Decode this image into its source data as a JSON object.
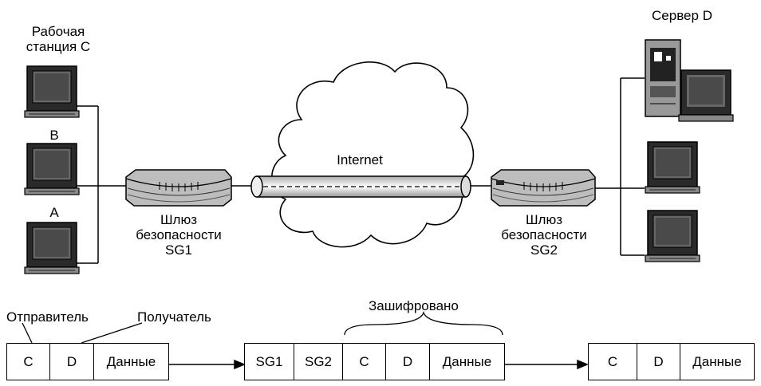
{
  "network": {
    "workstation_c_line1": "Рабочая",
    "workstation_c_line2": "станция C",
    "workstation_b": "B",
    "workstation_a": "A",
    "gateway1_line1": "Шлюз",
    "gateway1_line2": "безопасности",
    "gateway1_line3": "SG1",
    "internet": "Internet",
    "gateway2_line1": "Шлюз",
    "gateway2_line2": "безопасности",
    "gateway2_line3": "SG2",
    "server_d": "Сервер D"
  },
  "packets": {
    "sender_label": "Отправитель",
    "receiver_label": "Получатель",
    "encrypted_label": "Зашифровано",
    "packet1": [
      "C",
      "D",
      "Данные"
    ],
    "packet2": [
      "SG1",
      "SG2",
      "C",
      "D",
      "Данные"
    ],
    "packet3": [
      "C",
      "D",
      "Данные"
    ]
  }
}
